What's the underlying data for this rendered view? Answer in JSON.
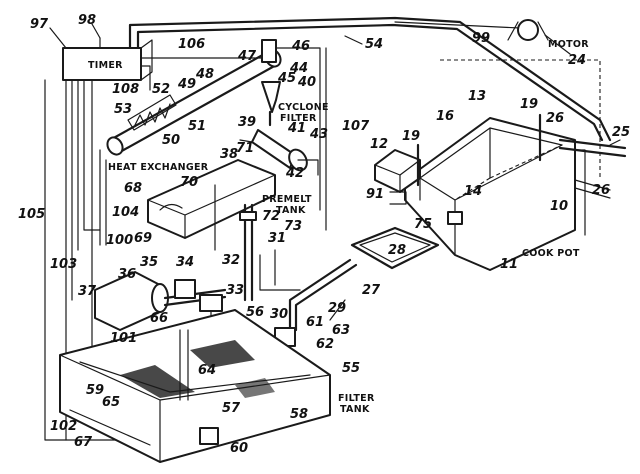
{
  "labels": {
    "timer": "TIMER",
    "motor": "MOTOR",
    "cyclone_filter_1": "CYCLONE",
    "cyclone_filter_2": "FILTER",
    "heat_exchanger": "HEAT EXCHANGER",
    "premelt_tank_1": "PREMELT",
    "premelt_tank_2": "TANK",
    "cook_pot": "COOK POT",
    "filter_tank_1": "FILTER",
    "filter_tank_2": "TANK"
  },
  "refs": {
    "r97": "97",
    "r98": "98",
    "r106": "106",
    "r47": "47",
    "r46": "46",
    "r54": "54",
    "r99": "99",
    "r24": "24",
    "r108": "108",
    "r52": "52",
    "r49": "49",
    "r48": "48",
    "r44": "44",
    "r45": "45",
    "r40": "40",
    "r53": "53",
    "r50": "50",
    "r51": "51",
    "r39": "39",
    "r41": "41",
    "r43": "43",
    "r107": "107",
    "r13": "13",
    "r16": "16",
    "r19a": "19",
    "r19b": "19",
    "r26a": "26",
    "r26b": "26",
    "r25": "25",
    "r12": "12",
    "r38": "38",
    "r42": "42",
    "r71": "71",
    "r14": "14",
    "r91": "91",
    "r70": "70",
    "r68": "68",
    "r104": "104",
    "r72": "72",
    "r10": "10",
    "r105": "105",
    "r100": "100",
    "r69": "69",
    "r73": "73",
    "r31": "31",
    "r75": "75",
    "r28": "28",
    "r11": "11",
    "r103": "103",
    "r36": "36",
    "r35": "35",
    "r34": "34",
    "r32": "32",
    "r37": "37",
    "r33": "33",
    "r27": "27",
    "r29": "29",
    "r56": "56",
    "r30": "30",
    "r66": "66",
    "r61": "61",
    "r63": "63",
    "r101": "101",
    "r62": "62",
    "r55": "55",
    "r64": "64",
    "r59": "59",
    "r65": "65",
    "r57": "57",
    "r58": "58",
    "r102": "102",
    "r67": "67",
    "r60": "60"
  }
}
